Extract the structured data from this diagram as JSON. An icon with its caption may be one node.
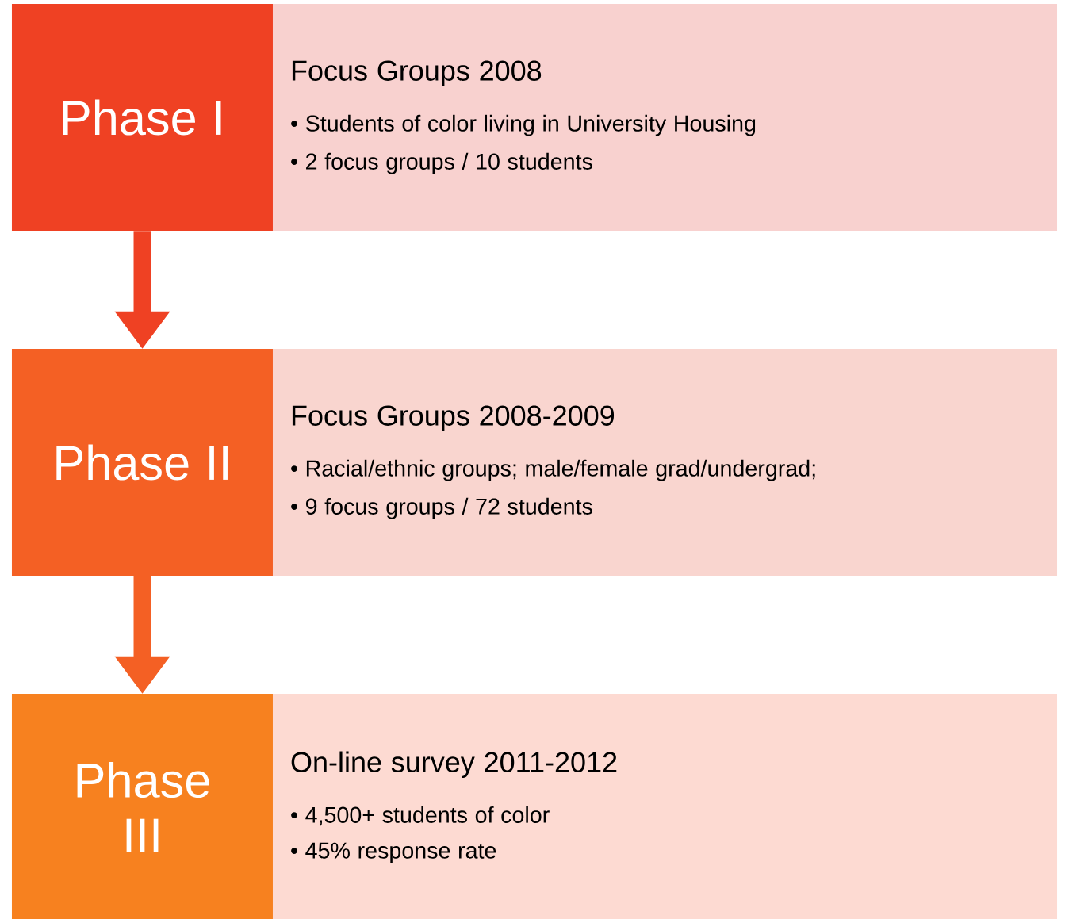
{
  "diagram": {
    "nodes": [
      {
        "text": [
          "Phase I"
        ]
      },
      {
        "text": [
          "Focus Groups 2008",
          "• Students of color living in University Housing",
          "• 2 focus groups / 10 students"
        ]
      },
      {
        "text": [
          "Phase II"
        ]
      },
      {
        "text": [
          "Focus Groups 2008-2009",
          "• Racial/ethnic groups; male/female grad/undergrad;",
          "• 9 focus groups / 72 students"
        ]
      },
      {
        "text": [
          "Phase III"
        ]
      },
      {
        "text": [
          "On-line survey 2011-2012",
          "• 4,500+ students of color",
          "• 45% response rate"
        ]
      }
    ],
    "edges": [
      {
        "from": 0,
        "to": 2,
        "arrow": "to"
      },
      {
        "from": 2,
        "to": 4,
        "arrow": "to"
      }
    ]
  }
}
